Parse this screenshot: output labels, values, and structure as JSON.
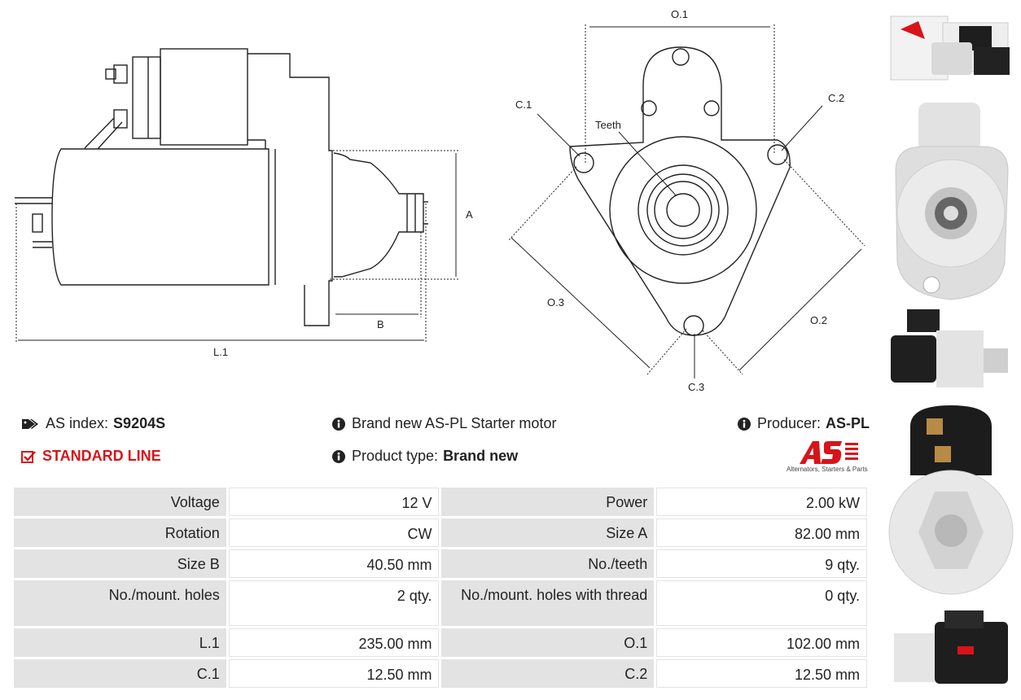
{
  "diagram": {
    "dims": {
      "o1": "O.1",
      "c1": "C.1",
      "c2": "C.2",
      "c3": "C.3",
      "o2": "O.2",
      "o3": "O.3",
      "teeth": "Teeth",
      "a": "A",
      "b": "B",
      "l1": "L.1"
    }
  },
  "product": {
    "as_index_label": "AS index:",
    "as_index_value": "S9204S",
    "line": "STANDARD LINE",
    "description": "Brand new AS-PL Starter motor",
    "product_type_label": "Product type:",
    "product_type_value": "Brand new",
    "producer_label": "Producer:",
    "producer_value": "AS-PL",
    "logo_text": "AS",
    "logo_tagline": "Alternators, Starters & Parts"
  },
  "specs": [
    [
      "Voltage",
      "12 V",
      "Power",
      "2.00 kW"
    ],
    [
      "Rotation",
      "CW",
      "Size A",
      "82.00 mm"
    ],
    [
      "Size B",
      "40.50 mm",
      "No./teeth",
      "9 qty."
    ],
    [
      "No./mount. holes",
      "2 qty.",
      "No./mount. holes with thread",
      "0 qty."
    ],
    [
      "L.1",
      "235.00 mm",
      "O.1",
      "102.00 mm"
    ],
    [
      "C.1",
      "12.50 mm",
      "C.2",
      "12.50 mm"
    ]
  ],
  "colors": {
    "accent": "#d7141a",
    "cell_bg": "#e3e3e3"
  }
}
